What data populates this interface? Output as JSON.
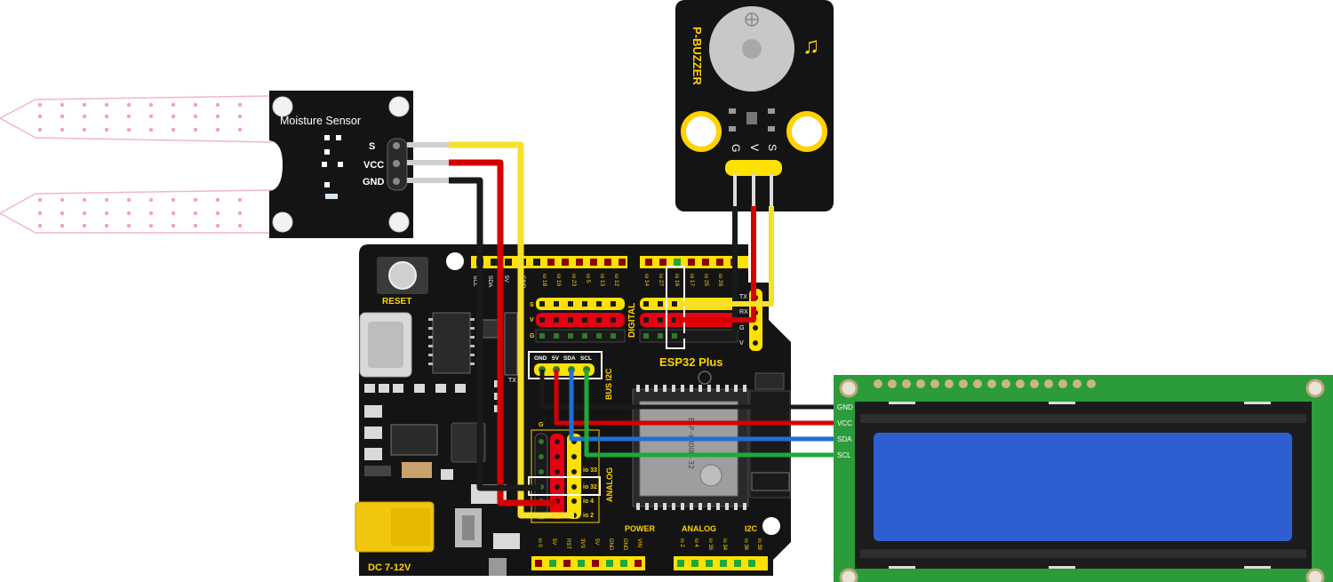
{
  "moisture_sensor": {
    "title": "Moisture Sensor",
    "pins": [
      "S",
      "VCC",
      "GND"
    ]
  },
  "buzzer": {
    "title": "P-BUZZER",
    "pins": [
      "G",
      "V",
      "S"
    ]
  },
  "board": {
    "name": "ESP32 Plus",
    "reset_label": "RESET",
    "dc_label": "DC 7-12V",
    "digital_label": "DIGITAL",
    "analog_label": "ANALOG",
    "bus_label": "BUS I2C",
    "row_labels": [
      "S",
      "V",
      "G"
    ],
    "left_top_header": [
      "SCL",
      "SDA",
      "5V",
      "GND"
    ],
    "digital_left_pins": [
      "io 18",
      "io 19",
      "io 23",
      "io 5",
      "io 13",
      "io 12"
    ],
    "digital_right_pins": [
      "io 14",
      "io 27",
      "io 16",
      "io 17",
      "io 25",
      "io 26"
    ],
    "uart_labels": [
      "TX",
      "RX",
      "G",
      "V"
    ],
    "i2c_header": [
      "GND",
      "5V",
      "SDA",
      "SCL"
    ],
    "analog_pins": [
      "io 33",
      "io 32",
      "io 4",
      "io 2"
    ],
    "analog_g": "G",
    "module_text": [
      "ESP-WROOM-32"
    ],
    "bottom_sections": [
      "POWER",
      "ANALOG",
      "I2C"
    ],
    "power_pins": [
      "io 0",
      "5V",
      "RST",
      "3V3",
      "5V",
      "GND",
      "GND",
      "VIN"
    ],
    "analog_bottom_pins": [
      "io 2",
      "io 4",
      "io 35",
      "io 34"
    ],
    "i2c_bottom_pins": [
      "io 36",
      "io 39"
    ],
    "side_labels": [
      "TX",
      "RX"
    ]
  },
  "lcd": {
    "pins": [
      "GND",
      "VCC",
      "SDA",
      "SCL"
    ],
    "screen_color": "#2e5fd1"
  },
  "colors": {
    "board": "#141414",
    "header_yellow": "#ffe100",
    "header_red": "#e60012",
    "wire_yellow": "#f5e12a",
    "wire_red": "#d40000",
    "wire_black": "#1a1a1a",
    "wire_blue": "#1f6fd6",
    "wire_green": "#1fa83a",
    "lcd_pcb": "#2c9b3a"
  }
}
